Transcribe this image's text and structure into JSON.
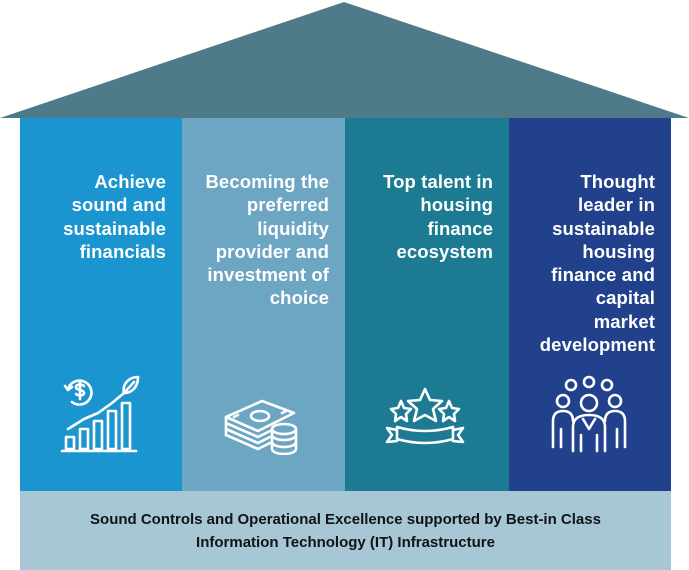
{
  "colors": {
    "roof": "#4f7a89",
    "pillar_1": "#1b95d0",
    "pillar_2": "#6da6c3",
    "pillar_3": "#1c7b93",
    "pillar_4": "#21418c",
    "foundation": "#a6c7d3",
    "icon_stroke": "#ffffff"
  },
  "pillars": [
    {
      "lines": [
        "Achieve",
        "sound and",
        "sustainable",
        "financials"
      ],
      "icon": "growth-chart-icon"
    },
    {
      "lines": [
        "Becoming the",
        "preferred",
        "liquidity",
        "provider and",
        "investment of",
        "choice"
      ],
      "icon": "money-coins-icon"
    },
    {
      "lines": [
        "Top talent in",
        "housing",
        "finance",
        "ecosystem"
      ],
      "icon": "stars-award-icon"
    },
    {
      "lines": [
        "Thought",
        "leader in",
        "sustainable",
        "housing",
        "finance and",
        "capital",
        "market",
        "development"
      ],
      "icon": "people-group-icon"
    }
  ],
  "foundation": {
    "line_1": "Sound Controls and Operational Excellence supported by Best-in Class",
    "line_2": "Information Technology (IT) Infrastructure"
  }
}
